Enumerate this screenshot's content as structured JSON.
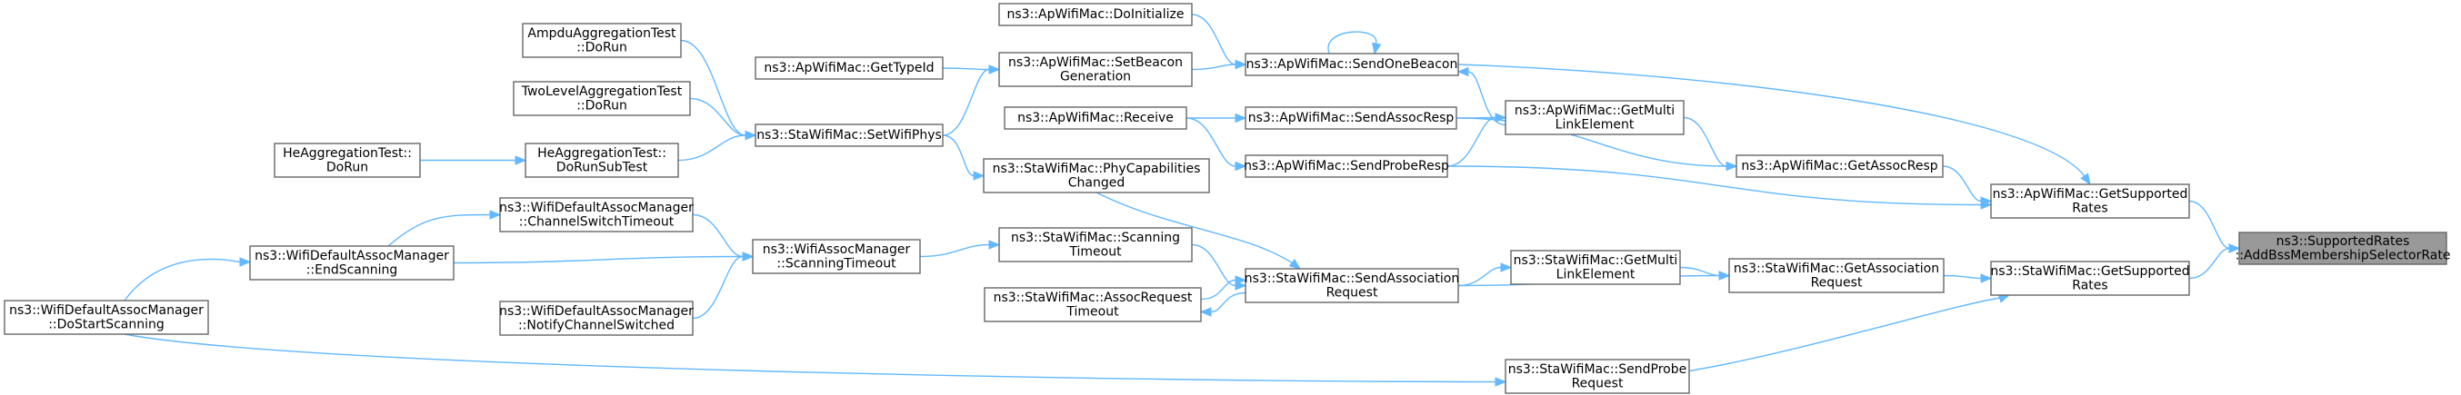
{
  "title": "",
  "colors": {
    "edge": "#63b8ff",
    "node_border": "#666666",
    "focus_fill": "#999999",
    "node_fill": "#ffffff"
  },
  "nodes": [
    {
      "id": "root",
      "lines": [
        "ns3::SupportedRates",
        "::AddBssMembershipSelectorRate"
      ],
      "focus": true
    },
    {
      "id": "ap_gsr",
      "lines": [
        "ns3::ApWifiMac::GetSupported",
        "Rates"
      ]
    },
    {
      "id": "sta_gsr",
      "lines": [
        "ns3::StaWifiMac::GetSupported",
        "Rates"
      ]
    },
    {
      "id": "ap_sob",
      "lines": [
        "ns3::ApWifiMac::SendOneBeacon"
      ]
    },
    {
      "id": "ap_gar",
      "lines": [
        "ns3::ApWifiMac::GetAssocResp"
      ]
    },
    {
      "id": "ap_spr",
      "lines": [
        "ns3::ApWifiMac::SendProbeResp"
      ]
    },
    {
      "id": "sta_gar",
      "lines": [
        "ns3::StaWifiMac::GetAssociation",
        "Request"
      ]
    },
    {
      "id": "sta_spr",
      "lines": [
        "ns3::StaWifiMac::SendProbe",
        "Request"
      ]
    },
    {
      "id": "ap_doi",
      "lines": [
        "ns3::ApWifiMac::DoInitialize"
      ]
    },
    {
      "id": "ap_sbg",
      "lines": [
        "ns3::ApWifiMac::SetBeacon",
        "Generation"
      ]
    },
    {
      "id": "ap_gml",
      "lines": [
        "ns3::ApWifiMac::GetMulti",
        "LinkElement"
      ]
    },
    {
      "id": "ap_sar",
      "lines": [
        "ns3::ApWifiMac::SendAssocResp"
      ]
    },
    {
      "id": "ap_rcv",
      "lines": [
        "ns3::ApWifiMac::Receive"
      ]
    },
    {
      "id": "ap_gti",
      "lines": [
        "ns3::ApWifiMac::GetTypeId"
      ]
    },
    {
      "id": "sta_swp",
      "lines": [
        "ns3::StaWifiMac::SetWifiPhys"
      ]
    },
    {
      "id": "ampdu",
      "lines": [
        "AmpduAggregationTest",
        "::DoRun"
      ]
    },
    {
      "id": "twolvl",
      "lines": [
        "TwoLevelAggregationTest",
        "::DoRun"
      ]
    },
    {
      "id": "he_sub",
      "lines": [
        "HeAggregationTest::",
        "DoRunSubTest"
      ]
    },
    {
      "id": "he_run",
      "lines": [
        "HeAggregationTest::",
        "DoRun"
      ]
    },
    {
      "id": "sta_sar",
      "lines": [
        "ns3::StaWifiMac::SendAssociation",
        "Request"
      ]
    },
    {
      "id": "sta_gml",
      "lines": [
        "ns3::StaWifiMac::GetMulti",
        "LinkElement"
      ]
    },
    {
      "id": "sta_pcc",
      "lines": [
        "ns3::StaWifiMac::PhyCapabilities",
        "Changed"
      ]
    },
    {
      "id": "sta_sto",
      "lines": [
        "ns3::StaWifiMac::Scanning",
        "Timeout"
      ]
    },
    {
      "id": "sta_art",
      "lines": [
        "ns3::StaWifiMac::AssocRequest",
        "Timeout"
      ]
    },
    {
      "id": "wam_sto",
      "lines": [
        "ns3::WifiAssocManager",
        "::ScanningTimeout"
      ]
    },
    {
      "id": "wdam_cst",
      "lines": [
        "ns3::WifiDefaultAssocManager",
        "::ChannelSwitchTimeout"
      ]
    },
    {
      "id": "wdam_ncs",
      "lines": [
        "ns3::WifiDefaultAssocManager",
        "::NotifyChannelSwitched"
      ]
    },
    {
      "id": "wdam_es",
      "lines": [
        "ns3::WifiDefaultAssocManager",
        "::EndScanning"
      ]
    },
    {
      "id": "wdam_dss",
      "lines": [
        "ns3::WifiDefaultAssocManager",
        "::DoStartScanning"
      ]
    }
  ],
  "edges": [
    [
      "ap_gsr",
      "root"
    ],
    [
      "sta_gsr",
      "root"
    ],
    [
      "ap_sob",
      "ap_gsr"
    ],
    [
      "ap_gar",
      "ap_gsr"
    ],
    [
      "ap_spr",
      "ap_gsr"
    ],
    [
      "sta_gar",
      "sta_gsr"
    ],
    [
      "sta_spr",
      "sta_gsr"
    ],
    [
      "ap_doi",
      "ap_sob"
    ],
    [
      "ap_sbg",
      "ap_sob"
    ],
    [
      "ap_sob",
      "ap_sob"
    ],
    [
      "ap_gti",
      "ap_sbg"
    ],
    [
      "ap_gml",
      "ap_sob"
    ],
    [
      "ap_gml",
      "ap_gar"
    ],
    [
      "ap_sar",
      "ap_gml"
    ],
    [
      "ap_spr",
      "ap_gml"
    ],
    [
      "ap_sar",
      "ap_gar"
    ],
    [
      "ap_rcv",
      "ap_sar"
    ],
    [
      "ap_rcv",
      "ap_spr"
    ],
    [
      "sta_swp",
      "ap_sbg"
    ],
    [
      "sta_swp",
      "sta_pcc"
    ],
    [
      "ampdu",
      "sta_swp"
    ],
    [
      "twolvl",
      "sta_swp"
    ],
    [
      "he_sub",
      "sta_swp"
    ],
    [
      "he_run",
      "he_sub"
    ],
    [
      "sta_gml",
      "sta_gar"
    ],
    [
      "sta_sar",
      "sta_gml"
    ],
    [
      "sta_sar",
      "sta_gar"
    ],
    [
      "sta_pcc",
      "sta_sar"
    ],
    [
      "sta_sto",
      "sta_sar"
    ],
    [
      "sta_art",
      "sta_sar"
    ],
    [
      "sta_sar",
      "sta_art"
    ],
    [
      "wam_sto",
      "sta_sto"
    ],
    [
      "wdam_cst",
      "wam_sto"
    ],
    [
      "wdam_ncs",
      "wam_sto"
    ],
    [
      "wdam_es",
      "wam_sto"
    ],
    [
      "wdam_es",
      "wdam_cst"
    ],
    [
      "wdam_dss",
      "wdam_es"
    ],
    [
      "wdam_dss",
      "sta_spr"
    ]
  ]
}
